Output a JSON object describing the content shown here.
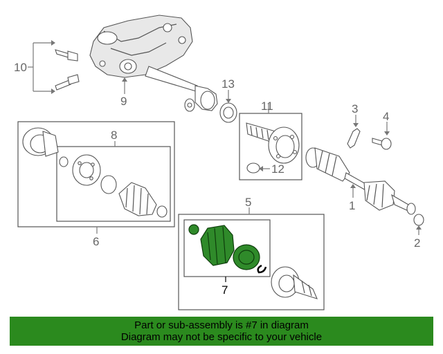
{
  "callouts": {
    "c1": "1",
    "c2": "2",
    "c3": "3",
    "c4": "4",
    "c5": "5",
    "c6": "6",
    "c7": "7",
    "c8": "8",
    "c9": "9",
    "c10": "10",
    "c11": "11",
    "c12": "12",
    "c13": "13"
  },
  "highlight_color": "#2f8a2a",
  "banner": {
    "line1": "Part or sub-assembly is #7 in diagram",
    "line2": "Diagram may not be specific to your vehicle",
    "color": "#2b8a1e"
  }
}
